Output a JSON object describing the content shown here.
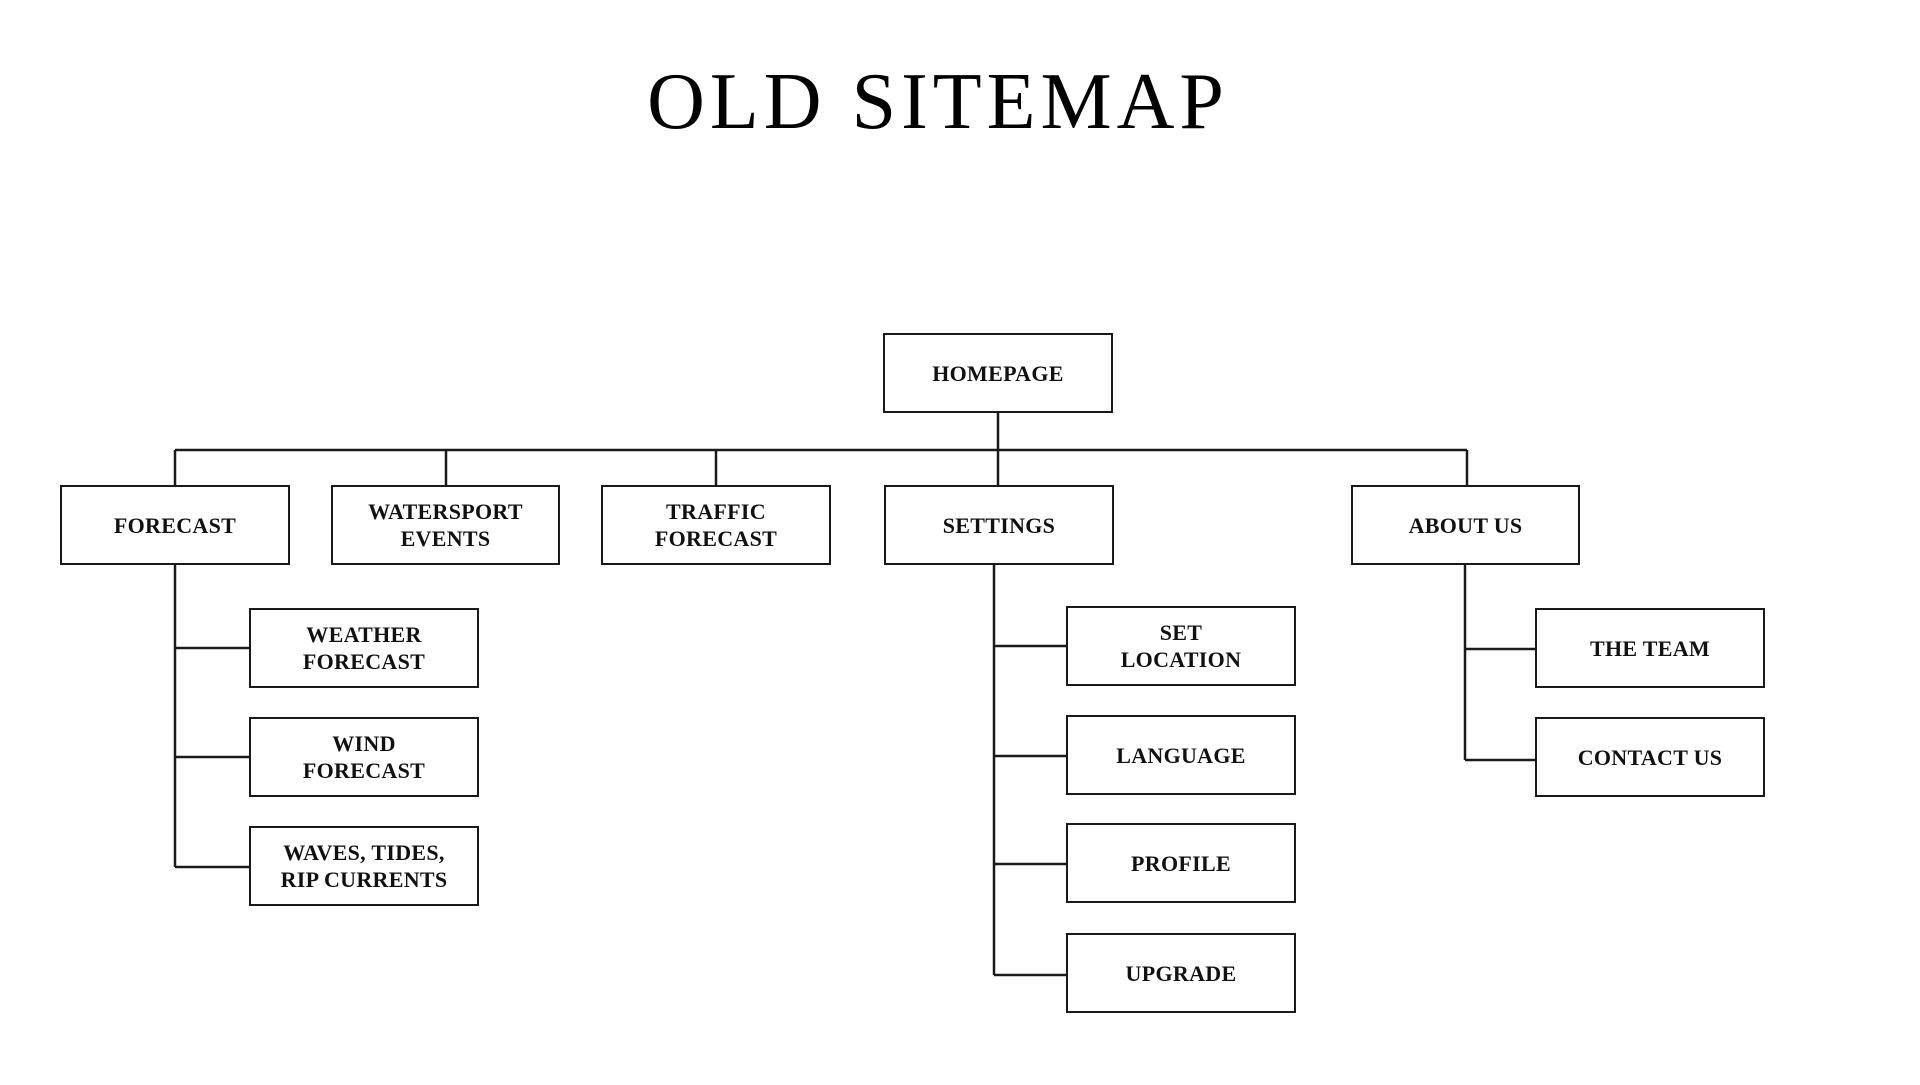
{
  "title": "OLD SITEMAP",
  "root": {
    "label": "HOMEPAGE"
  },
  "sections": {
    "forecast": {
      "label": "FORECAST",
      "children": [
        "WEATHER\nFORECAST",
        "WIND\nFORECAST",
        "WAVES, TIDES,\nRIP CURRENTS"
      ]
    },
    "watersport_events": {
      "label": "WATERSPORT\nEVENTS"
    },
    "traffic_forecast": {
      "label": "TRAFFIC\nFORECAST"
    },
    "settings": {
      "label": "SETTINGS",
      "children": [
        "SET\nLOCATION",
        "LANGUAGE",
        "PROFILE",
        "UPGRADE"
      ]
    },
    "about_us": {
      "label": "ABOUT US",
      "children": [
        "THE TEAM",
        "CONTACT US"
      ]
    }
  }
}
